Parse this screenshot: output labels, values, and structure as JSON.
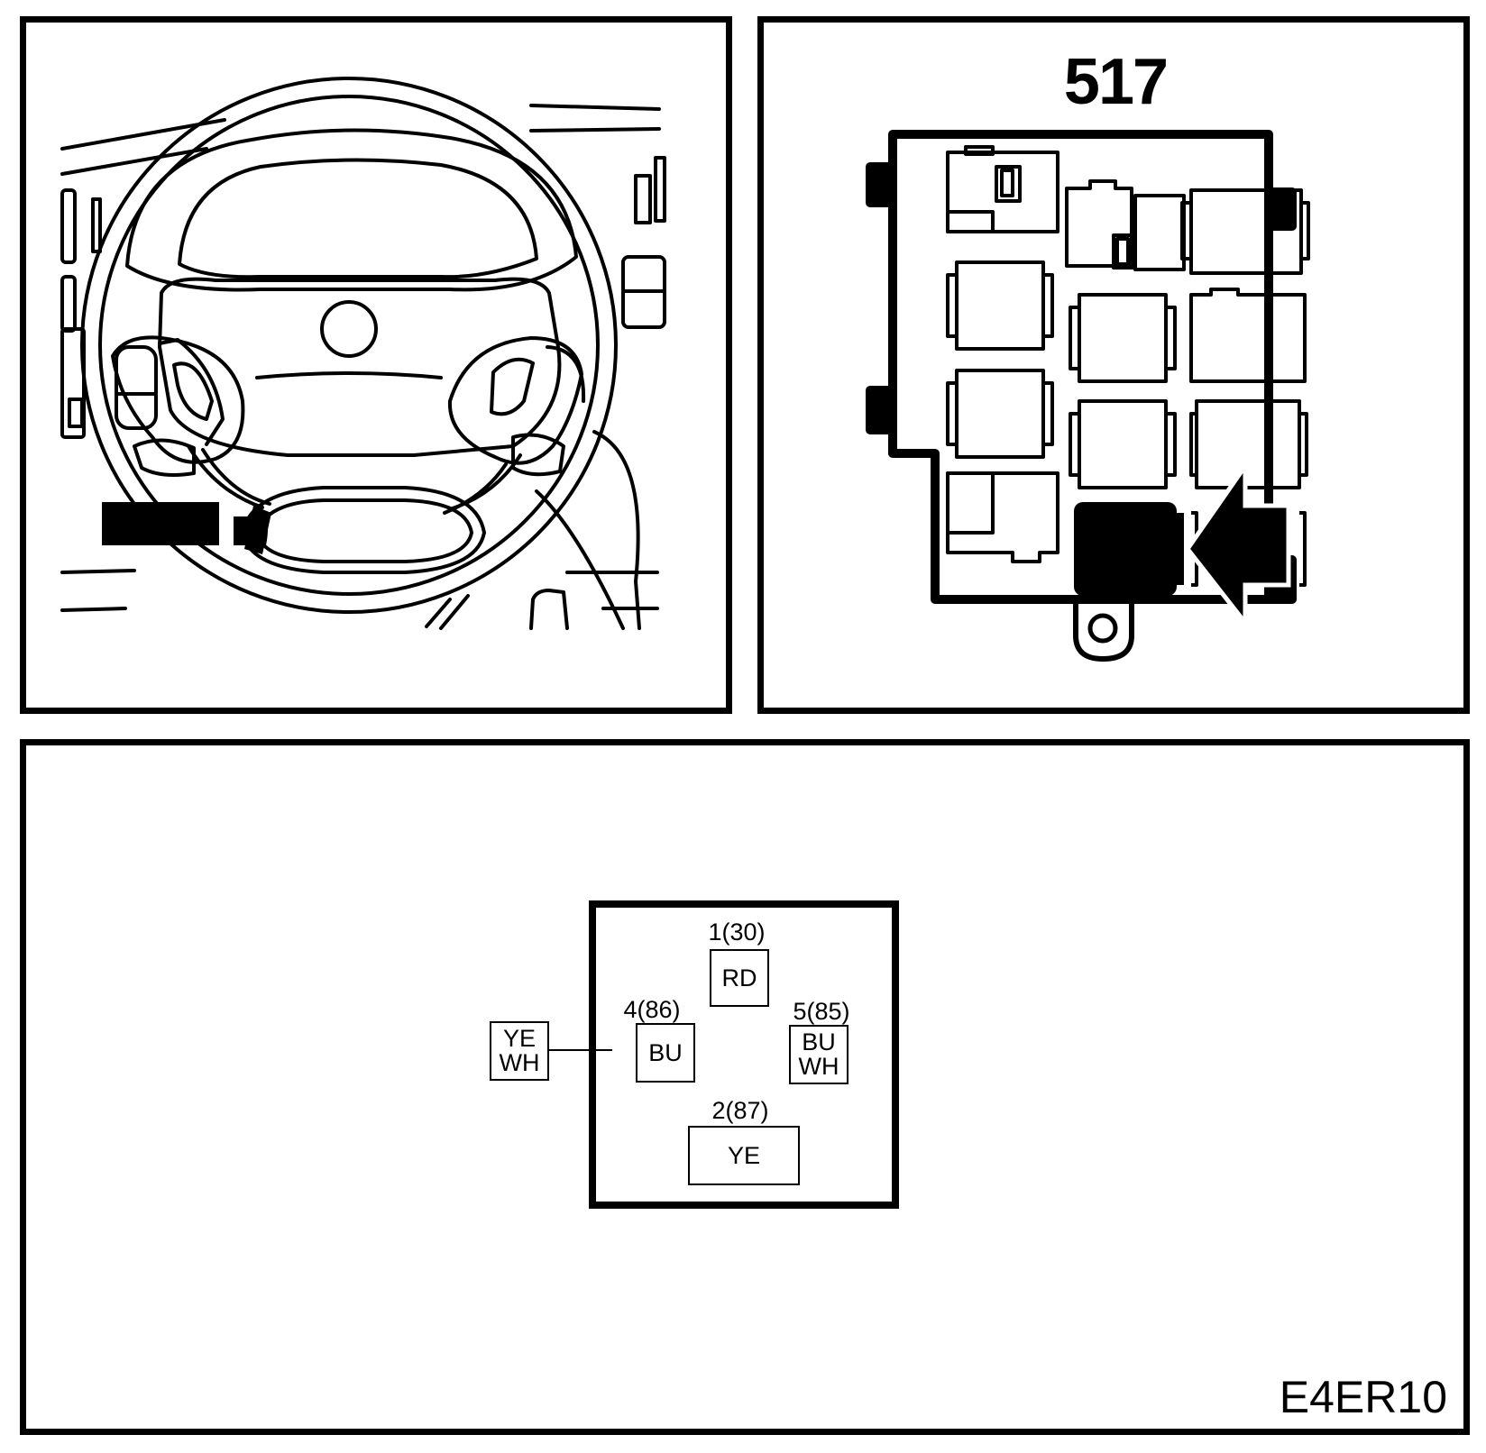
{
  "location_panel": {
    "fuse_box_number": "517"
  },
  "relay_panel": {
    "image_code": "E4ER10",
    "pins": {
      "pin1": {
        "label": "1(30)",
        "wire": "RD"
      },
      "pin4": {
        "label": "4(86)",
        "wire": "BU"
      },
      "pin5": {
        "label": "5(85)",
        "wire_line1": "BU",
        "wire_line2": "WH"
      },
      "pin2": {
        "label": "2(87)",
        "wire": "YE"
      }
    },
    "external_wire": {
      "line1": "YE",
      "line2": "WH"
    }
  }
}
